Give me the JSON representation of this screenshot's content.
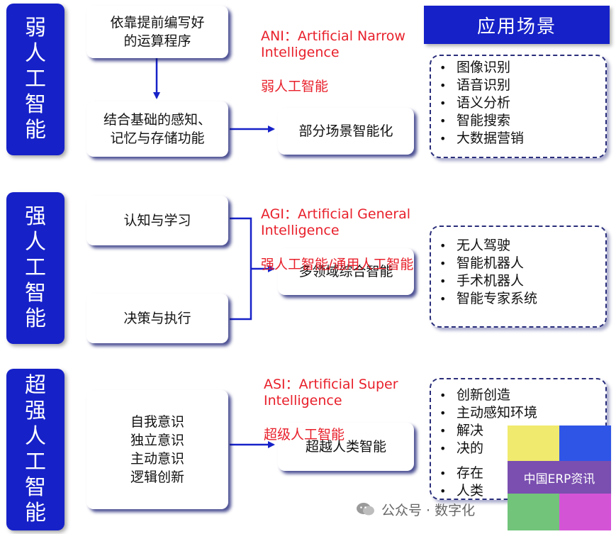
{
  "tiers": [
    {
      "title": "弱人工智能",
      "inputs": [
        "依靠提前编写好\n的运算程序",
        "结合基础的感知、\n记忆与存储功能"
      ],
      "result": "部分场景智能化",
      "label_en": "ANI：Artificial Narrow\nIntelligence",
      "label_zh": "弱人工智能",
      "applications": [
        "图像识别",
        "语音识别",
        "语义分析",
        "智能搜索",
        "大数据营销"
      ]
    },
    {
      "title": "强人工智能",
      "inputs": [
        "认知与学习",
        "决策与执行"
      ],
      "result": "多领域综合智能",
      "label_en": "AGI：Artificial General\nIntelligence",
      "label_zh": "强人工智能/通用人工智能",
      "applications": [
        "无人驾驶",
        "智能机器人",
        "手术机器人",
        "智能专家系统"
      ]
    },
    {
      "title": "超强人工智能",
      "inputs": [
        "自我意识\n独立意识\n主动意识\n逻辑创新"
      ],
      "result": "超越人类智能",
      "label_en": "ASI：Artificial Super\nIntelligence",
      "label_zh": "超级人工智能",
      "applications": [
        "创新创造",
        "主动感知环境",
        "解决",
        "决的",
        "存在",
        "人类"
      ]
    }
  ],
  "app_header": "应用场景",
  "footer": {
    "wechat_text": "公众号 · 数字化",
    "watermark_text": "中国ERP资讯"
  },
  "colors": {
    "title_blue": "#1621c8",
    "arrow_blue": "#1621c8",
    "label_red": "#e8202b",
    "watermark_yellow": "#f0ea6e",
    "watermark_blue": "#2f55e6",
    "watermark_green": "#72c47a",
    "watermark_magenta": "#d454d6",
    "watermark_purple": "#7a4fb0"
  }
}
